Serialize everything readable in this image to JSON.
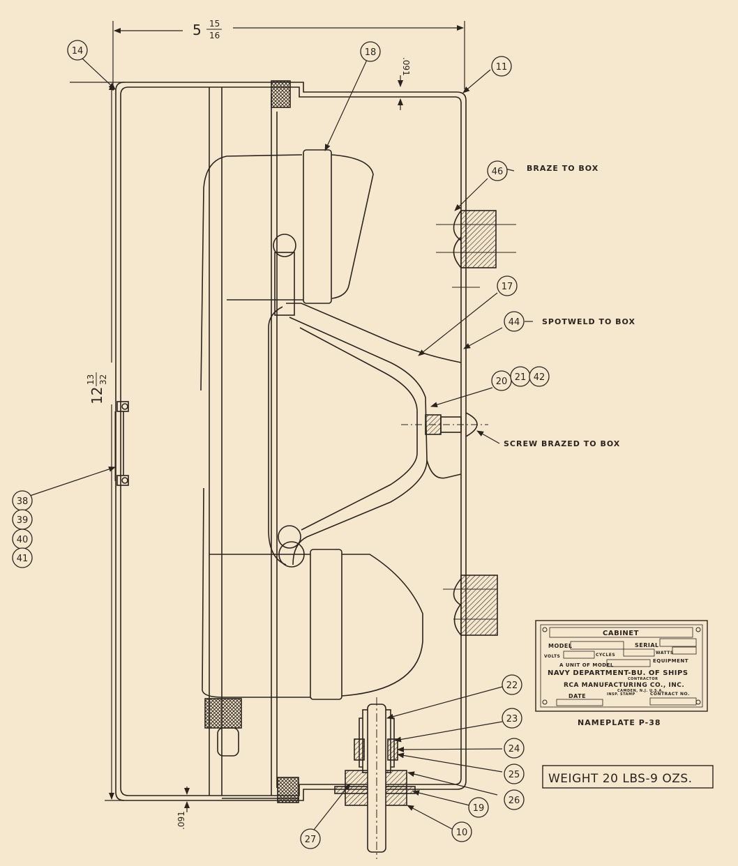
{
  "dimensions": {
    "width": {
      "whole": "5",
      "num": "15",
      "den": "16"
    },
    "height": {
      "whole": "12",
      "num": "13",
      "den": "32"
    },
    "wall_top": ".091",
    "wall_bottom": ".091"
  },
  "callouts": {
    "c14": "14",
    "c18": "18",
    "c11": "11",
    "c46": "46",
    "c17": "17",
    "c44": "44",
    "c20": "20",
    "c21": "21",
    "c42": "42",
    "c38": "38",
    "c39": "39",
    "c40": "40",
    "c41": "41",
    "c22": "22",
    "c23": "23",
    "c24": "24",
    "c25": "25",
    "c26": "26",
    "c19": "19",
    "c10": "10",
    "c27": "27"
  },
  "notes": {
    "braze": "BRAZE TO BOX",
    "spotweld": "SPOTWELD TO BOX",
    "screw": "SCREW BRAZED TO BOX"
  },
  "nameplate": {
    "title": "CABINET",
    "model": "MODEL",
    "serial": "SERIAL",
    "volts": "VOLTS",
    "cycles": "CYCLES",
    "watts": "WATTS",
    "unit_of_model": "A UNIT OF MODEL",
    "equipment": "EQUIPMENT",
    "navy": "NAVY DEPARTMENT-BU. OF SHIPS",
    "contractor": "CONTRACTOR",
    "rca": "RCA MANUFACTURING CO., INC.",
    "camden": "CAMDEN, N.J. U.S.A.",
    "date": "DATE",
    "insp": "INSP. STAMP",
    "contract": "CONTRACT NO.",
    "caption": "NAMEPLATE P-38"
  },
  "weight": "WEIGHT 20 LBS-9 OZS.",
  "colors": {
    "paper": "#f6e7cf",
    "ink": "#2a241d"
  }
}
